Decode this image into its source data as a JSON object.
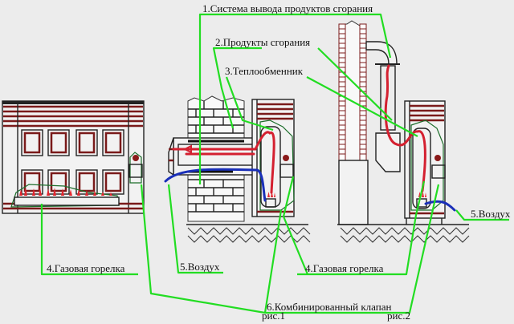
{
  "title": "Gas convector heater: combustion product exhaust schemes",
  "labels": {
    "exhaust_system": "1.Система вывода продуктов сгорания",
    "combustion_products": "2.Продукты сгорания",
    "heat_exchanger": "3.Теплообменник",
    "gas_burner_left": "4.Газовая горелка",
    "air_left": "5.Воздух",
    "gas_burner_center": "4.Газовая горелка",
    "air_right": "5.Воздух",
    "combined_valve": "6.Комбинированный клапан"
  },
  "captions": {
    "fig1": "рис.1",
    "fig2": "рис.2"
  },
  "colors": {
    "background": "#ececec",
    "leader_lines": "#22dd22",
    "hot_gas": "#d42030",
    "cold_air": "#1a2fb8",
    "fins_bricks": "#7a1a1a"
  }
}
